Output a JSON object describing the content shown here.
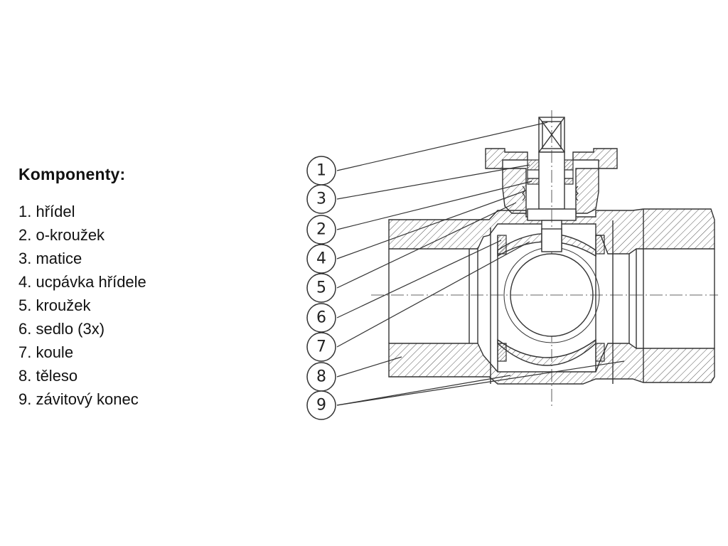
{
  "legend": {
    "title": "Komponenty:",
    "items": [
      "1. hřídel",
      "2. o-kroužek",
      "3. matice",
      "4. ucpávka hřídele",
      "5. kroužek",
      "6. sedlo (3x)",
      "7. koule",
      "8. těleso",
      "9. závitový konec"
    ]
  },
  "callouts": [
    "1",
    "3",
    "2",
    "4",
    "5",
    "6",
    "7",
    "8",
    "9"
  ]
}
